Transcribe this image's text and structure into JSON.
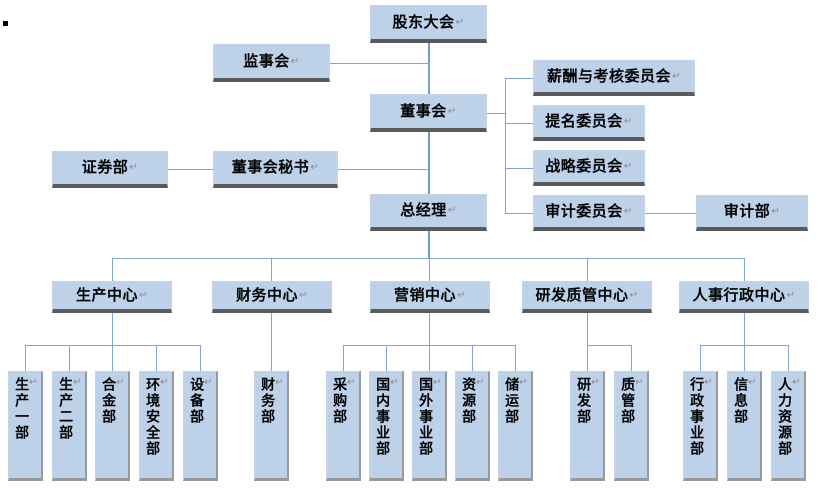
{
  "document": {
    "type": "organization-chart",
    "title": "公司组织架构图",
    "pilcrow": "↵",
    "colors": {
      "box_fill": "#bdd1e8",
      "box_shadow": "#5a5a5a",
      "connector": "#7ba7d7",
      "text": "#000000",
      "background": "#ffffff"
    }
  },
  "nodes": {
    "shareholders_meeting": {
      "label": "股东大会"
    },
    "board_of_supervisors": {
      "label": "监事会"
    },
    "board_of_directors": {
      "label": "董事会"
    },
    "remuneration_committee": {
      "label": "薪酬与考核委员会"
    },
    "nomination_committee": {
      "label": "提名委员会"
    },
    "strategy_committee": {
      "label": "战略委员会"
    },
    "audit_committee": {
      "label": "审计委员会"
    },
    "audit_department": {
      "label": "审计部"
    },
    "securities_department": {
      "label": "证券部"
    },
    "board_secretary": {
      "label": "董事会秘书"
    },
    "general_manager": {
      "label": "总经理"
    },
    "production_center": {
      "label": "生产中心"
    },
    "finance_center": {
      "label": "财务中心"
    },
    "marketing_center": {
      "label": "营销中心"
    },
    "rnd_quality_center": {
      "label": "研发质管中心"
    },
    "hr_admin_center": {
      "label": "人事行政中心"
    },
    "production_dept_1": {
      "label": "生产一部"
    },
    "production_dept_2": {
      "label": "生产二部"
    },
    "alloy_dept": {
      "label": "合金部"
    },
    "environment_safety_dept": {
      "label": "环境安全部"
    },
    "equipment_dept": {
      "label": "设备部"
    },
    "finance_dept": {
      "label": "财务部"
    },
    "purchasing_dept": {
      "label": "采购部"
    },
    "domestic_business_dept": {
      "label": "国内事业部"
    },
    "overseas_business_dept": {
      "label": "国外事业部"
    },
    "resources_dept": {
      "label": "资源部"
    },
    "storage_transport_dept": {
      "label": "储运部"
    },
    "rnd_dept": {
      "label": "研发部"
    },
    "quality_control_dept": {
      "label": "质管部"
    },
    "admin_business_dept": {
      "label": "行政事业部"
    },
    "information_dept": {
      "label": "信息部"
    },
    "human_resources_dept": {
      "label": "人力资源部"
    }
  }
}
